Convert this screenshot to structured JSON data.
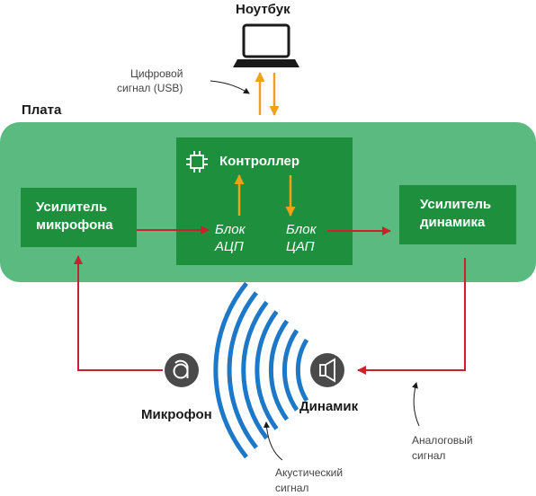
{
  "colors": {
    "board": "#5aba80",
    "module": "#1e8f3c",
    "signal_red": "#c8232c",
    "signal_orange": "#f0a019",
    "waves": "#1e78c8",
    "dark": "#1a1a1a",
    "grey_circle": "#4a4a4a"
  },
  "labels": {
    "laptop": "Ноутбук",
    "digital_signal_line1": "Цифровой",
    "digital_signal_line2": "сигнал (USB)",
    "board": "Плата",
    "controller": "Контроллер",
    "adc_line1": "Блок",
    "adc_line2": "АЦП",
    "dac_line1": "Блок",
    "dac_line2": "ЦАП",
    "mic_amp_line1": "Усилитель",
    "mic_amp_line2": "микрофона",
    "spk_amp_line1": "Усилитель",
    "spk_amp_line2": "динамика",
    "microphone": "Микрофон",
    "speaker": "Динамик",
    "acoustic_line1": "Акустический",
    "acoustic_line2": "сигнал",
    "analog_line1": "Аналоговый",
    "analog_line2": "сигнал"
  },
  "icons": {
    "laptop": "laptop-icon",
    "chip": "chip-icon",
    "microphone": "microphone-icon",
    "speaker": "speaker-icon",
    "sound_waves": "sound-waves-icon"
  }
}
